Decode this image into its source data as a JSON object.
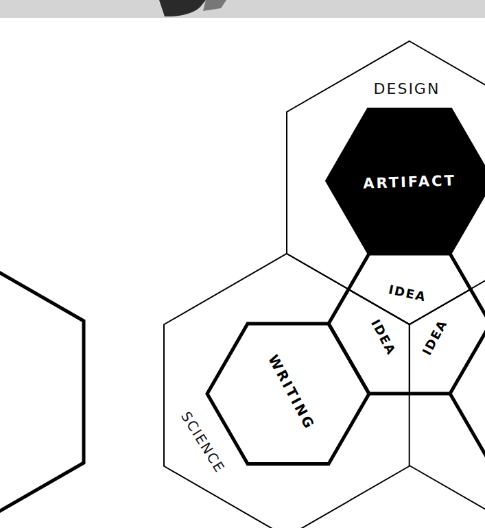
{
  "diagram": {
    "nodes": [
      {
        "text": [
          "DESIGN"
        ]
      },
      {
        "text": [
          "ARTIFACT"
        ],
        "in": 0
      },
      {
        "text": [
          "IDEA"
        ],
        "in": 0
      },
      {
        "text": [
          "SCIENCE"
        ]
      },
      {
        "text": [
          "WRITING"
        ],
        "in": 3
      },
      {
        "text": [
          "IDEA"
        ],
        "in": 3
      },
      {
        "text": [
          "IDEA"
        ]
      }
    ]
  }
}
